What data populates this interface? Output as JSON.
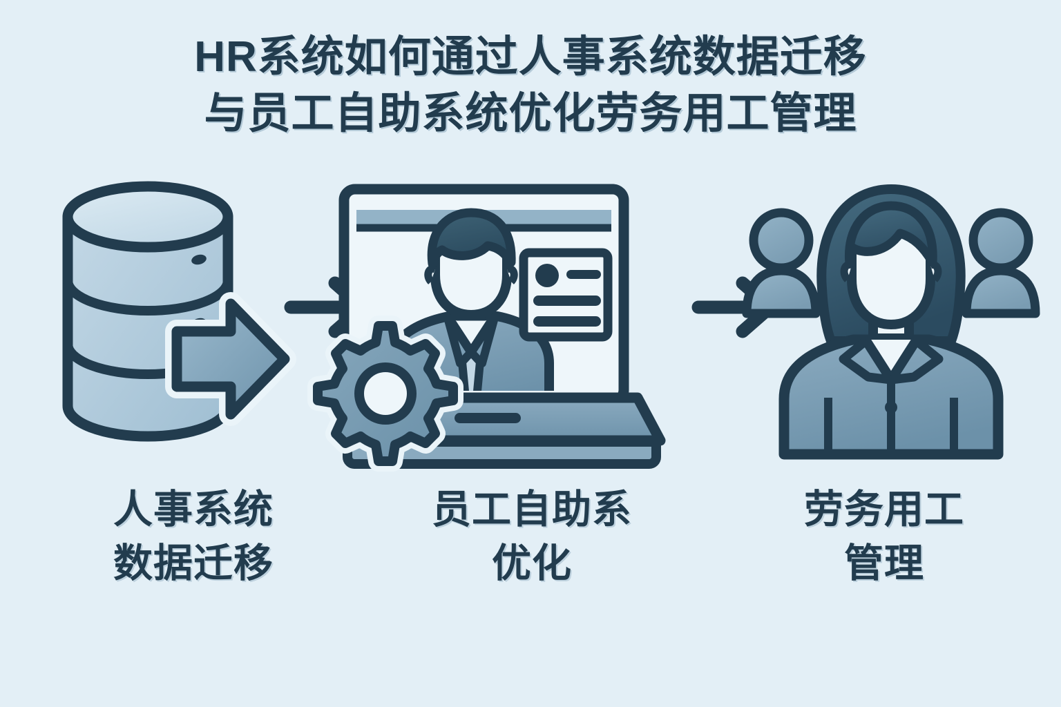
{
  "theme": {
    "background": "#e3eff6",
    "ink_dark": "#223c4e",
    "fill_light": "#b4cddd",
    "fill_pale": "#dceaf2",
    "fill_mid": "#7396ad",
    "fill_screen": "#eef6fa",
    "fill_header": "#93b3c7",
    "halo": "#eaf4f9"
  },
  "title": {
    "line1": "HR系统如何通过人事系统数据迁移",
    "line2": "与员工自助系统优化劳务用工管理"
  },
  "flow": {
    "steps": [
      {
        "id": "database",
        "icon": "database-migration-icon",
        "caption_line1": "人事系统",
        "caption_line2": "数据迁移"
      },
      {
        "id": "laptop",
        "icon": "employee-self-service-laptop-icon",
        "caption_line1": "员工自助系",
        "caption_line2": "优化"
      },
      {
        "id": "people",
        "icon": "workforce-people-icon",
        "caption_line1": "劳务用工",
        "caption_line2": "管理"
      }
    ],
    "connectors": [
      {
        "id": "arrow-1",
        "icon": "arrow-right-icon"
      },
      {
        "id": "arrow-2",
        "icon": "arrow-right-icon"
      }
    ]
  }
}
